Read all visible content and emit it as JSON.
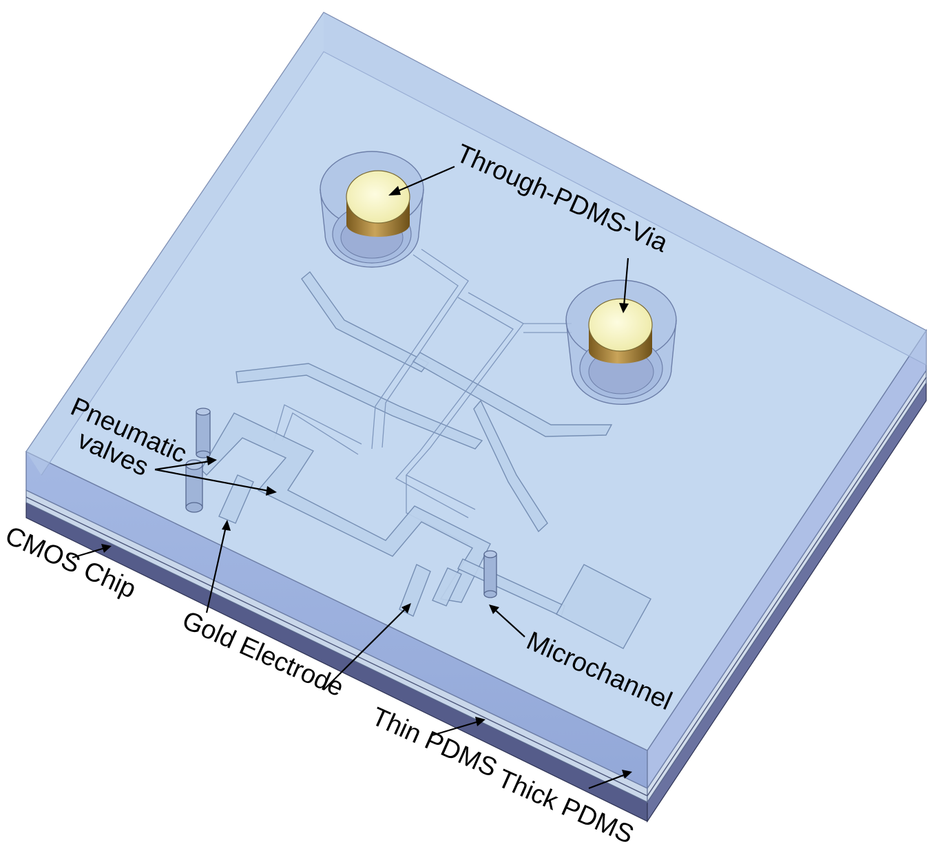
{
  "labels": {
    "through_pdms_via": "Through-PDMS-Via",
    "pneumatic_line1": "Pneumatic",
    "pneumatic_line2": "valves",
    "cmos_chip": "CMOS Chip",
    "gold_electrode": "Gold Electrode",
    "microchannel": "Microchannel",
    "thin_pdms": "Thin PDMS",
    "thick_pdms": "Thick PDMS"
  },
  "colors": {
    "thick_pdms_top": "#c3d7f0",
    "thick_pdms_side": "#9aafdc",
    "thin_pdms": "#c5d5e8",
    "cmos_chip": "#5a628e",
    "via_top": "#f8f6c4",
    "via_side": "#a98a48",
    "outline": "#6d7ea6"
  }
}
